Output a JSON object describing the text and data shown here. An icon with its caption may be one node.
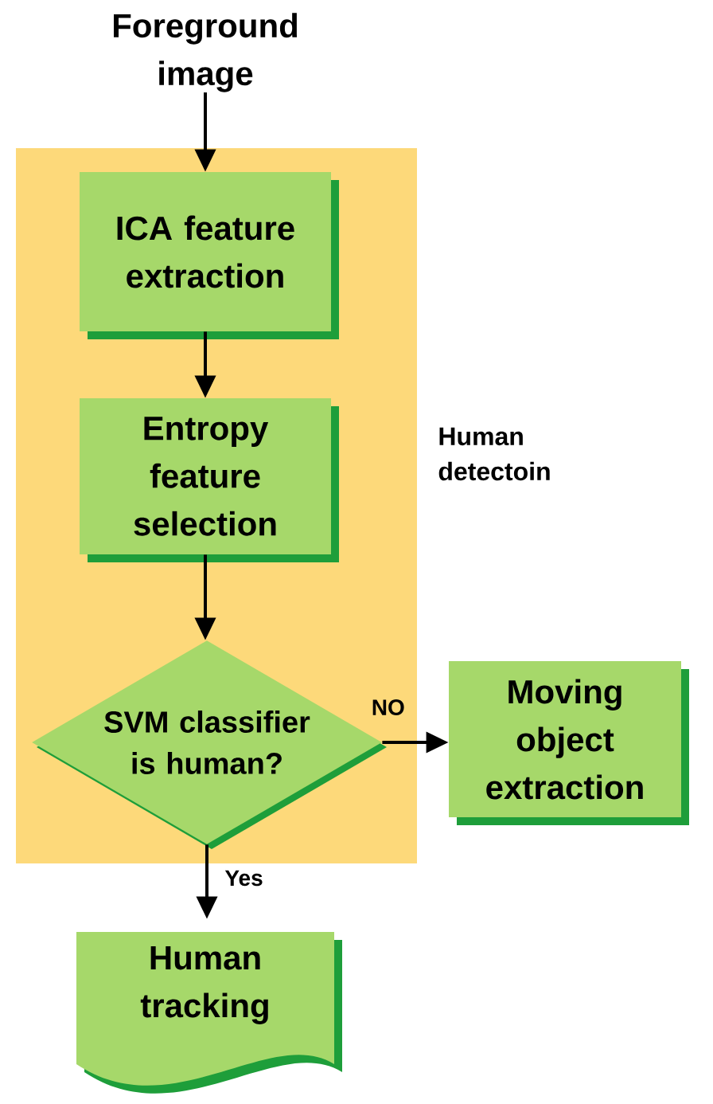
{
  "diagram": {
    "nodes": [
      {
        "text": [
          "Foreground image"
        ]
      },
      {
        "text": [
          "Human detectoin"
        ]
      },
      {
        "text": [
          "ICA feature extraction"
        ],
        "in": 1
      },
      {
        "text": [
          "Entropy feature selection"
        ],
        "in": 1
      },
      {
        "text": [
          "SVM classifier is human?"
        ],
        "in": 1
      },
      {
        "text": [
          "Moving object extraction"
        ]
      },
      {
        "text": [
          "Human tracking"
        ]
      }
    ],
    "edges": [
      {
        "from": 0,
        "to": 2,
        "arrow": "to"
      },
      {
        "from": 2,
        "to": 3,
        "arrow": "to"
      },
      {
        "from": 3,
        "to": 4,
        "arrow": "to"
      },
      {
        "from": 4,
        "to": 5,
        "arrow": "to",
        "label": "NO"
      },
      {
        "from": 4,
        "to": 6,
        "arrow": "to",
        "label": "Yes"
      }
    ]
  }
}
